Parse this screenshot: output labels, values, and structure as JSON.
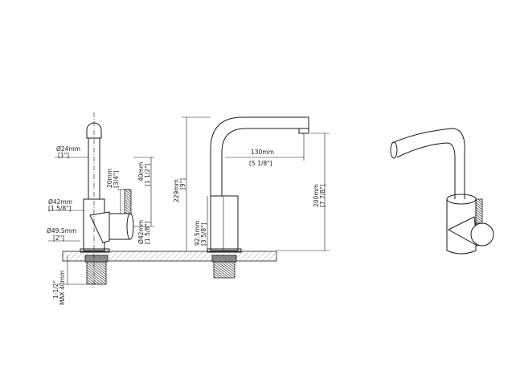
{
  "dimensions": {
    "d24": "Ø24mm",
    "d24_in": "[1\"]",
    "d42": "Ø42mm",
    "d42_in": "[1 5/8\"]",
    "d495": "Ø49.5mm",
    "d495_in": "[2\"]",
    "h20": "20mm",
    "h20_in": "[3/4\"]",
    "h40": "40mm",
    "h40_in": "[1 1/2\"]",
    "side_d42": "Ø42mm",
    "side_d42_in": "[1 5/8\"]",
    "thread": "1-1/2\"",
    "max40": "MAX 40mm",
    "h229": "229mm",
    "h229_in": "[9\"]",
    "reach130": "130mm",
    "reach130_in": "[5 1/8\"]",
    "h925": "92.5mm",
    "h925_in": "[3 5/8\"]",
    "h200": "200mm",
    "h200_in": "[7 7/8\"]"
  }
}
